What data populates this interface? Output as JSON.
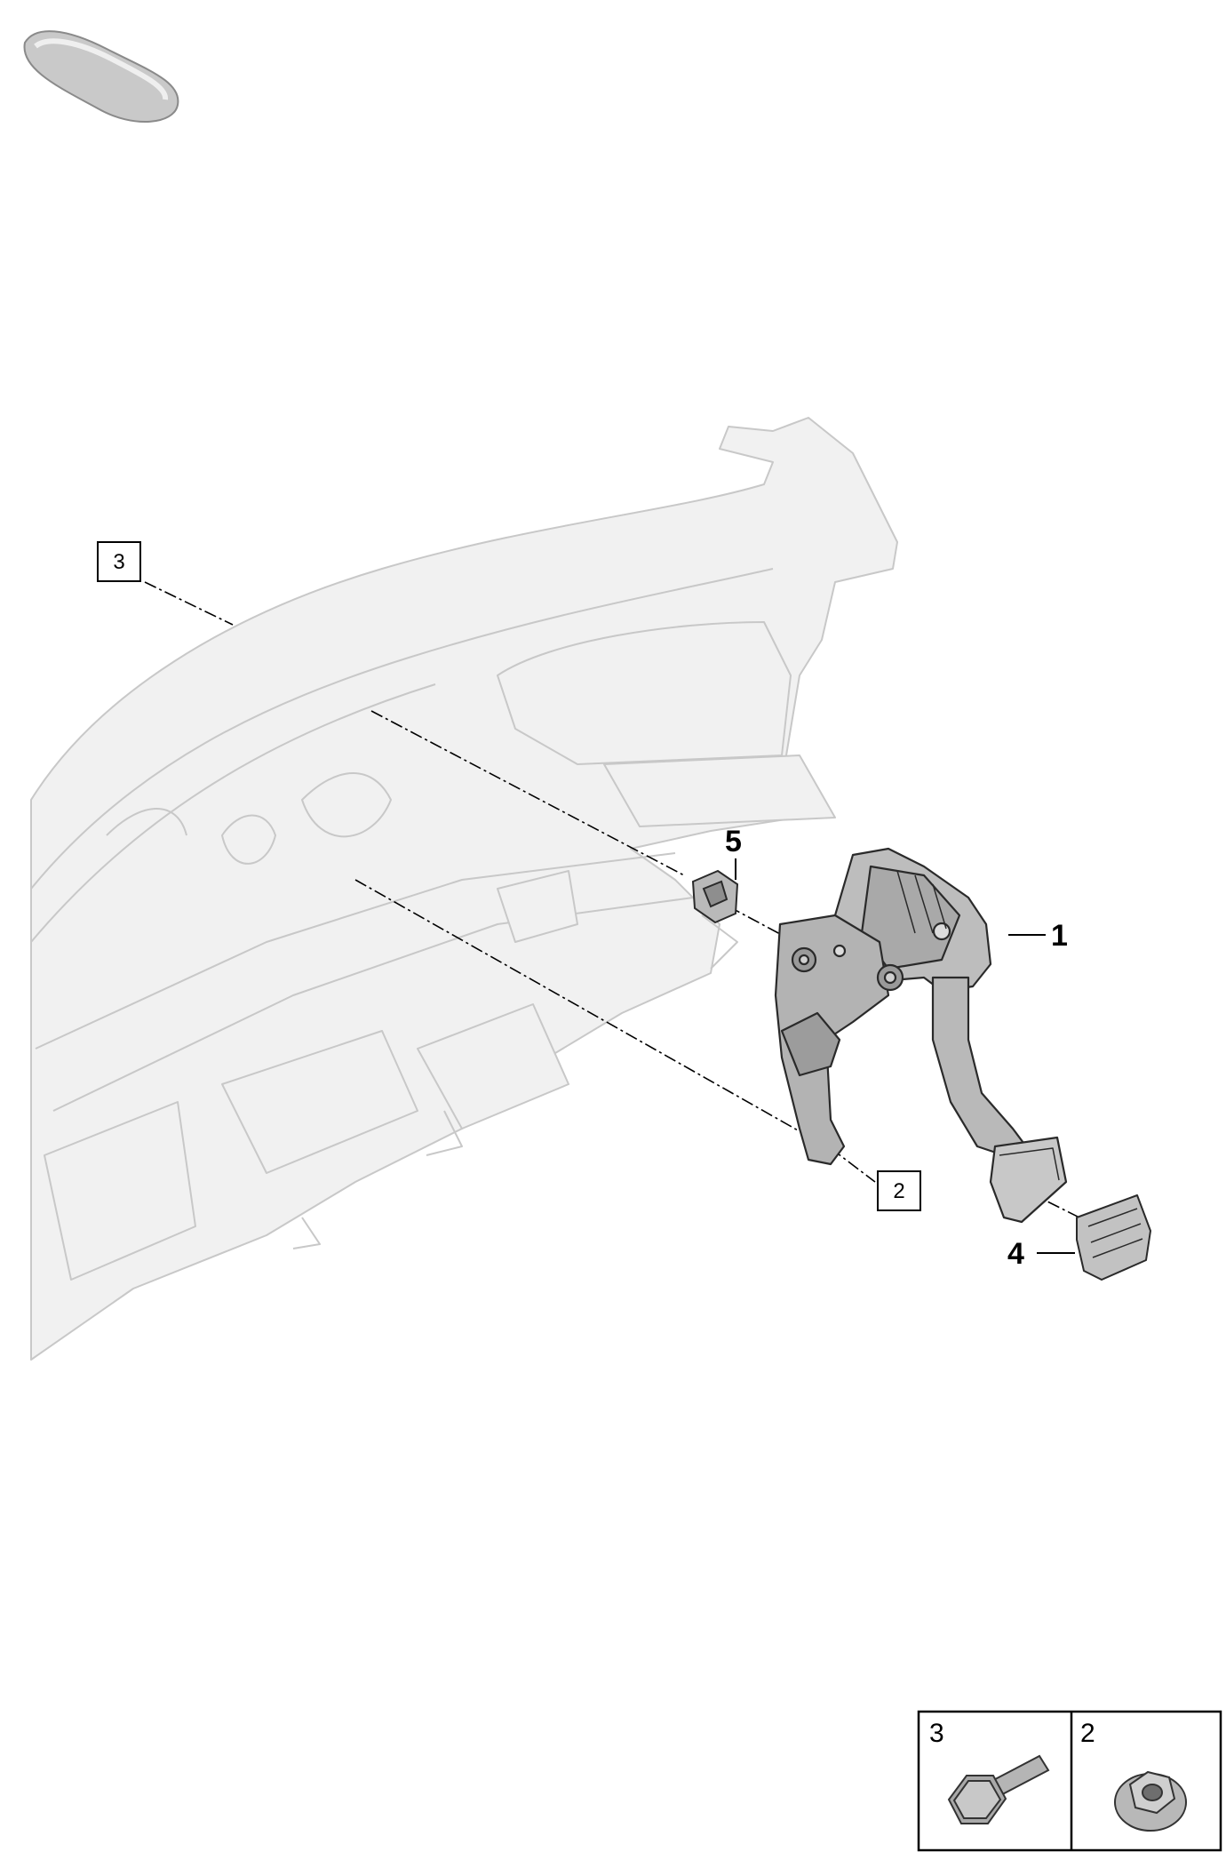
{
  "callouts": [
    {
      "id": "1",
      "label": "1"
    },
    {
      "id": "2",
      "label": "2"
    },
    {
      "id": "3",
      "label": "3"
    },
    {
      "id": "4",
      "label": "4"
    },
    {
      "id": "5",
      "label": "5"
    }
  ],
  "legend": [
    {
      "label": "3",
      "part": "hex-flange-bolt"
    },
    {
      "label": "2",
      "part": "flange-nut"
    }
  ],
  "colors": {
    "ghost_fill": "#f1f1f1",
    "ghost_stroke": "#c8c8c8",
    "part_fill": "#b9b9b9",
    "part_stroke": "#2a2a2a",
    "leader": "#000000"
  }
}
